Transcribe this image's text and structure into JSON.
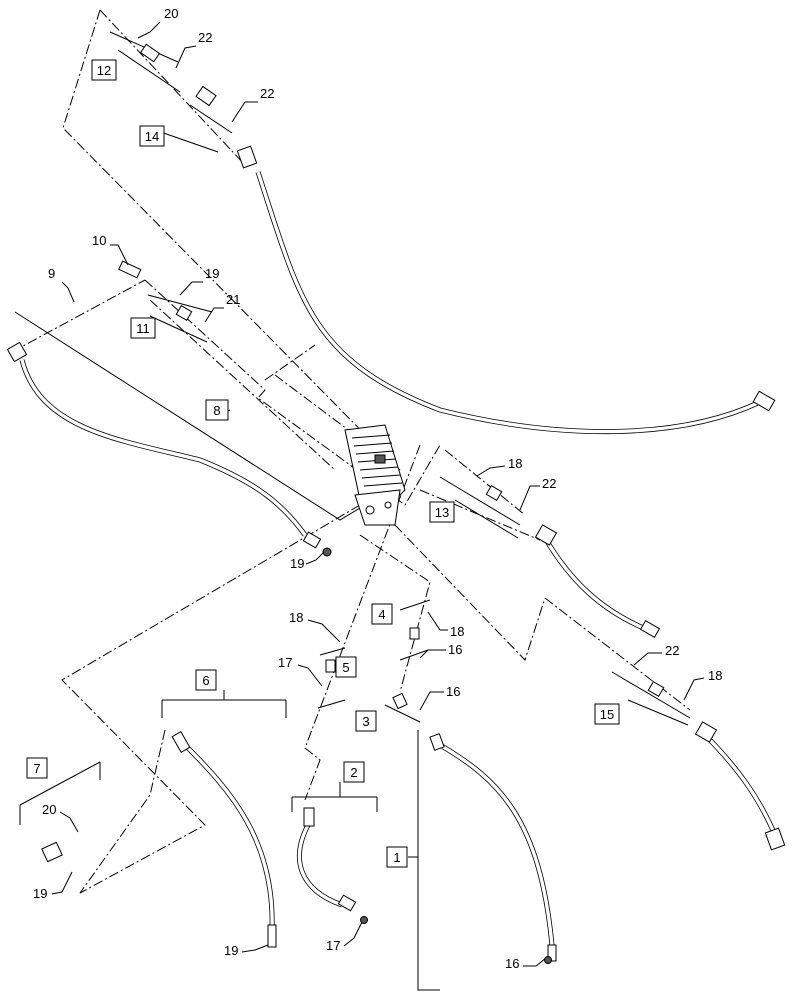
{
  "diagram": {
    "callouts": {
      "c1": "1",
      "c2": "2",
      "c3": "3",
      "c4": "4",
      "c5": "5",
      "c6": "6",
      "c7": "7",
      "c8": "8",
      "c9": "9",
      "c10": "10",
      "c11": "11",
      "c12": "12",
      "c13": "13",
      "c14": "14",
      "c15": "15",
      "c16a": "16",
      "c16b": "16",
      "c16c": "16",
      "c17a": "17",
      "c17b": "17",
      "c18a": "18",
      "c18b": "18",
      "c18c": "18",
      "c18d": "18",
      "c19a": "19",
      "c19b": "19",
      "c19c": "19",
      "c19d": "19",
      "c20a": "20",
      "c20b": "20",
      "c21": "21",
      "c22a": "22",
      "c22b": "22",
      "c22c": "22",
      "c22d": "22"
    }
  }
}
